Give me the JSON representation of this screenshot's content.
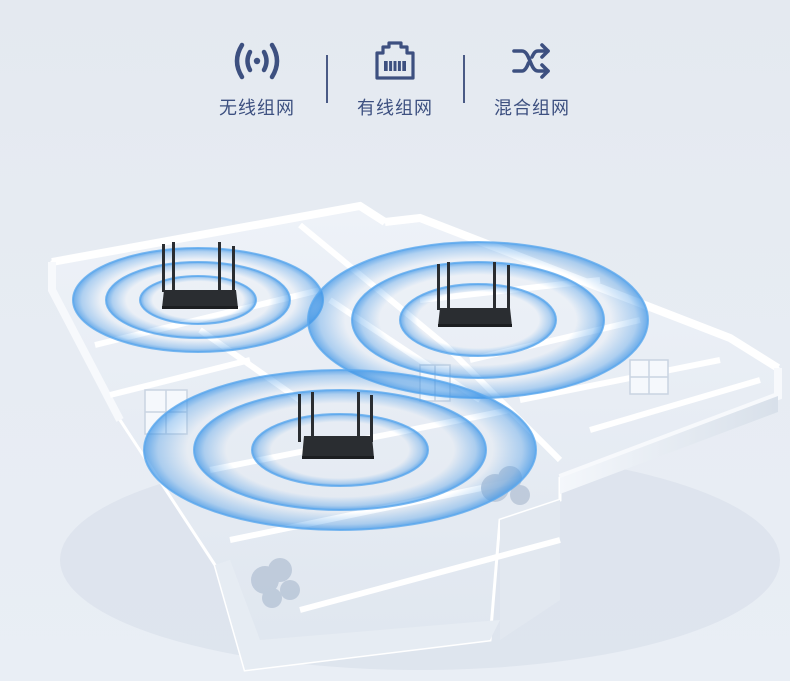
{
  "header": {
    "modes": [
      {
        "icon": "wireless-signal-icon",
        "label": "无线组网"
      },
      {
        "icon": "ethernet-port-icon",
        "label": "有线组网"
      },
      {
        "icon": "shuffle-icon",
        "label": "混合组网"
      }
    ]
  },
  "colors": {
    "icon_and_text": "#3d5080",
    "signal_ring": "#3f95e6",
    "background": "#e6ebf2",
    "router_body": "#2a2d31"
  },
  "scene": {
    "description": "3D floor plan with three routers emitting wireless signal rings",
    "routers": [
      {
        "name": "router-top-left"
      },
      {
        "name": "router-top-right"
      },
      {
        "name": "router-center"
      }
    ]
  }
}
